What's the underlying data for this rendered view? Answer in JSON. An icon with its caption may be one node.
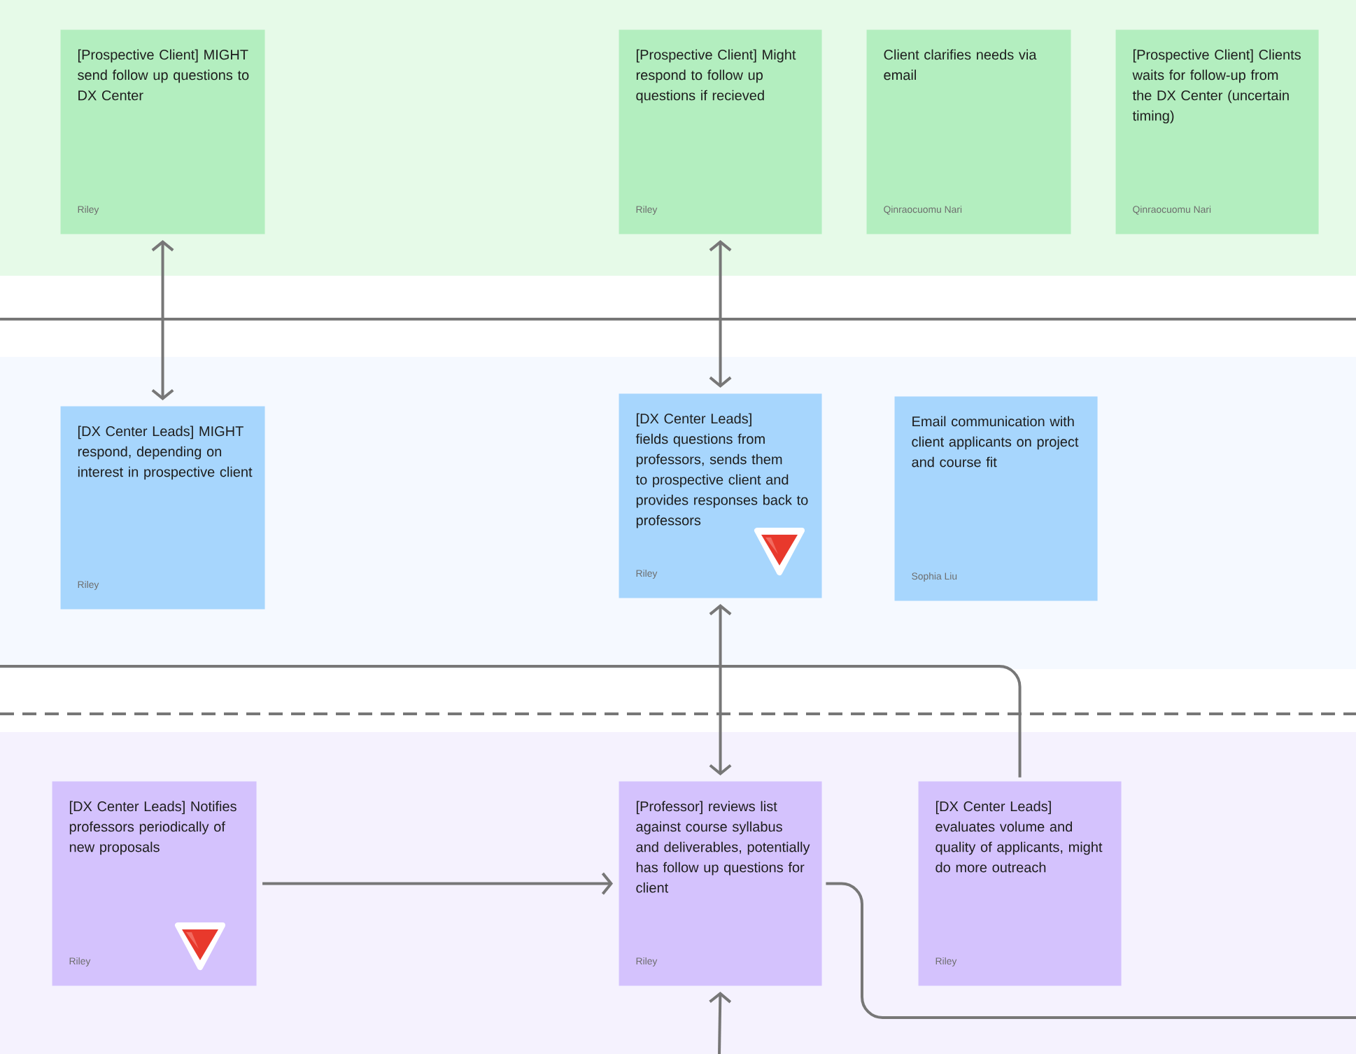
{
  "diagram": {
    "nodes": [
      {
        "text": [
          "[Prospective Client] MIGHT send follow up questions to DX Center",
          "Riley"
        ]
      },
      {
        "text": [
          "[Prospective Client] Might respond to follow up questions if recieved",
          "Riley"
        ]
      },
      {
        "text": [
          "Client clarifies needs via email",
          "Qinraocuomu Nari"
        ]
      },
      {
        "text": [
          "[Prospective Client] Clients waits for follow-up from the DX Center (uncertain timing)",
          "Qinraocuomu Nari"
        ]
      },
      {
        "text": [
          "[DX Center Leads] MIGHT respond, depending on interest in prospective client",
          "Riley"
        ]
      },
      {
        "text": [
          "[DX Center Leads] fields questions from professors, sends them to prospective client and provides responses back to professors",
          "Riley"
        ]
      },
      {
        "text": [
          "Email communication with client applicants on project and course fit",
          "Sophia Liu"
        ]
      },
      {
        "text": [
          "[DX Center Leads] Notifies professors periodically of new proposals",
          "Riley"
        ]
      },
      {
        "text": [
          "[Professor] reviews list against course syllabus and deliverables, potentially has follow up questions for client",
          "Riley"
        ]
      },
      {
        "text": [
          "[DX Center Leads] evaluates volume and quality of applicants, might do more outreach",
          "Riley"
        ]
      }
    ],
    "edges": [
      {
        "from": 0,
        "to": 4,
        "arrow": "both"
      },
      {
        "from": 1,
        "to": 5,
        "arrow": "both"
      },
      {
        "from": 5,
        "to": 8,
        "arrow": "both"
      },
      {
        "from": 7,
        "to": 8,
        "arrow": "to"
      },
      {
        "from": 8,
        "to": null,
        "arrow": "none"
      },
      {
        "from": 9,
        "to": null,
        "arrow": "none"
      },
      {
        "from": null,
        "to": 8,
        "arrow": "to"
      }
    ]
  }
}
